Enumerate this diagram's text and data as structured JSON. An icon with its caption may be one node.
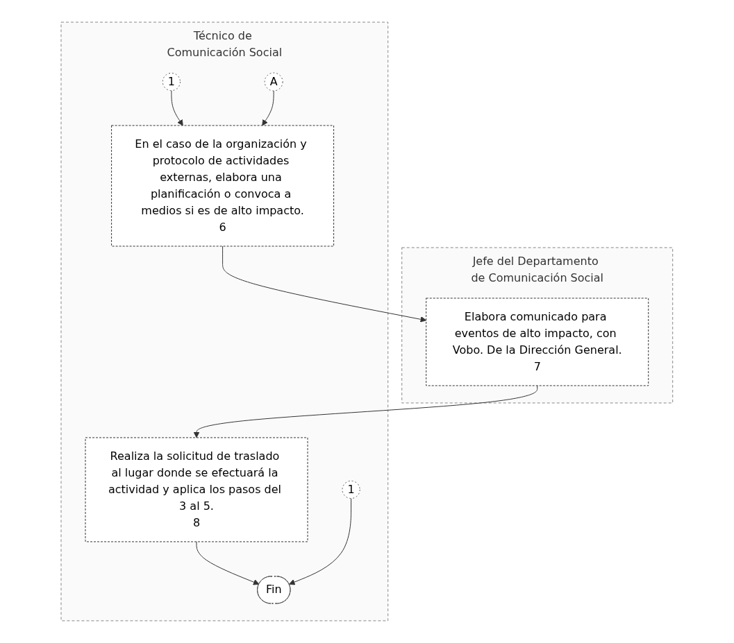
{
  "diagram": {
    "nodes": [
      {
        "text": [
          "Jefe del Departamento de Comunicación Social"
        ]
      },
      {
        "text": [
          "Técnico de Comunicación Social"
        ]
      },
      {
        "text": [
          "1"
        ],
        "in": 1
      },
      {
        "text": [
          "A"
        ],
        "in": 1
      },
      {
        "text": [
          "En el caso de la organización y protocolo de actividades externas, elabora una planificación o convoca a medios si es de alto impacto.",
          "6"
        ],
        "in": 1
      },
      {
        "text": [
          "Elabora comunicado para eventos de alto impacto, con Vobo. De la Dirección General.",
          "7"
        ],
        "in": 0
      },
      {
        "text": [
          "Realiza la solicitud de traslado al lugar donde se efectuará la actividad y aplica los pasos del 3 al 5.",
          "8"
        ],
        "in": 1
      },
      {
        "text": [
          "1"
        ],
        "in": 1
      },
      {
        "text": [
          "Fin"
        ],
        "in": 1
      }
    ],
    "edges": [
      {
        "from": 2,
        "to": 4,
        "arrow": "to"
      },
      {
        "from": 3,
        "to": 4,
        "arrow": "to"
      },
      {
        "from": 4,
        "to": 5,
        "arrow": "to"
      },
      {
        "from": 5,
        "to": 6,
        "arrow": "to"
      },
      {
        "from": 6,
        "to": 8,
        "arrow": "to"
      },
      {
        "from": 7,
        "to": 8,
        "arrow": "to"
      }
    ]
  }
}
